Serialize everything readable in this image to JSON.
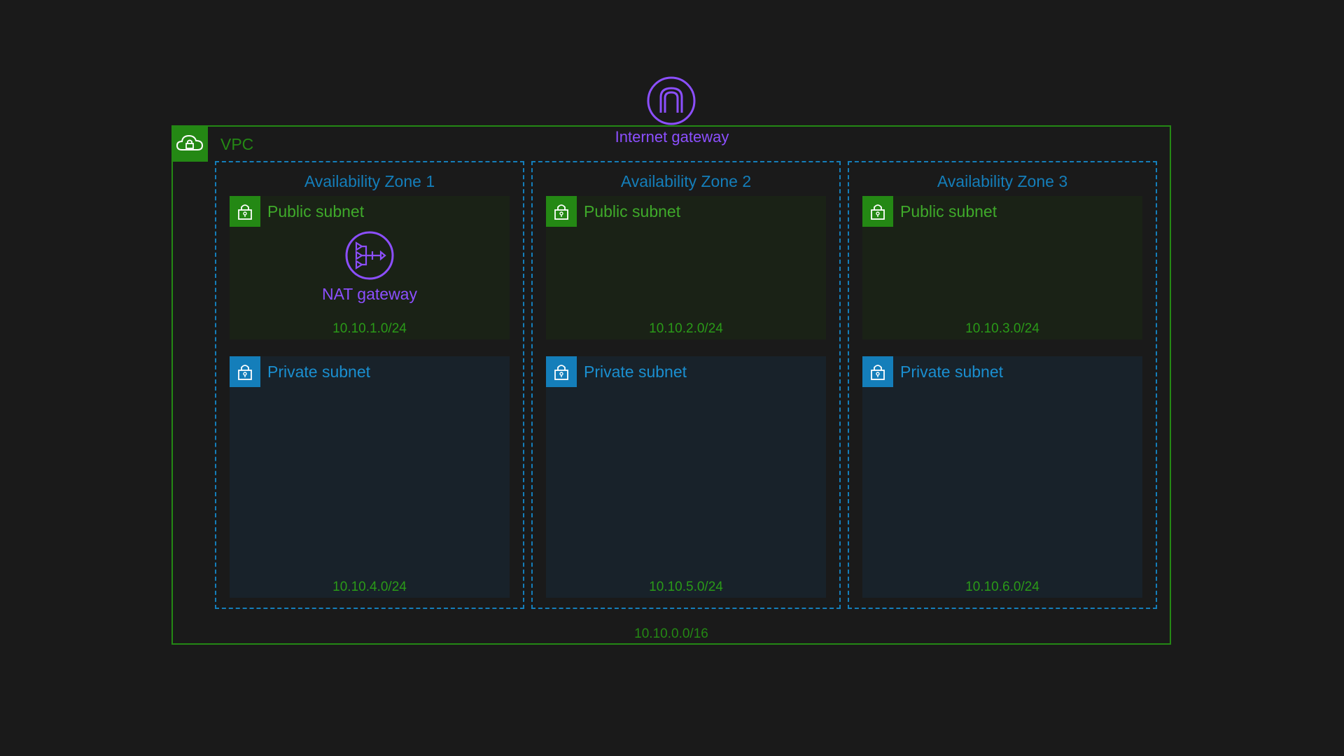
{
  "internet_gateway": {
    "label": "Internet gateway",
    "icon": "internet-gateway-icon",
    "color": "#8c4fff"
  },
  "vpc": {
    "label": "VPC",
    "cidr": "10.10.0.0/16",
    "color": "#248814",
    "icon": "cloud-lock-icon"
  },
  "availability_zones": [
    {
      "title": "Availability Zone 1",
      "public_subnet": {
        "label": "Public subnet",
        "cidr": "10.10.1.0/24"
      },
      "private_subnet": {
        "label": "Private subnet",
        "cidr": "10.10.4.0/24"
      },
      "nat_gateway": {
        "label": "NAT gateway",
        "icon": "nat-gateway-icon"
      }
    },
    {
      "title": "Availability Zone 2",
      "public_subnet": {
        "label": "Public subnet",
        "cidr": "10.10.2.0/24"
      },
      "private_subnet": {
        "label": "Private subnet",
        "cidr": "10.10.5.0/24"
      }
    },
    {
      "title": "Availability Zone 3",
      "public_subnet": {
        "label": "Public subnet",
        "cidr": "10.10.3.0/24"
      },
      "private_subnet": {
        "label": "Private subnet",
        "cidr": "10.10.6.0/24"
      }
    }
  ],
  "colors": {
    "background": "#1a1a1a",
    "public": "#248814",
    "private": "#147eba",
    "gateway": "#8c4fff"
  }
}
